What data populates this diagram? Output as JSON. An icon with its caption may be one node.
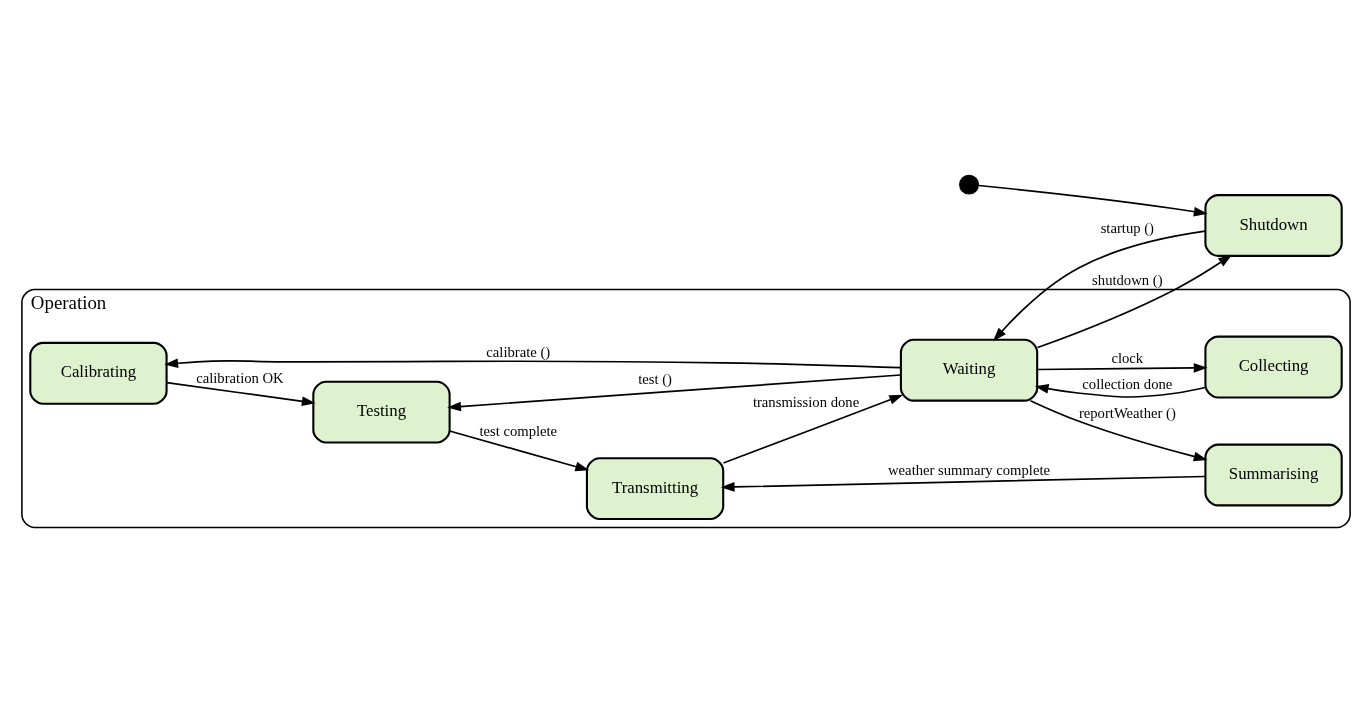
{
  "diagram": {
    "nodes": [
      {
        "text": [],
        "shape": "circle"
      },
      {
        "text": [
          "Shutdown"
        ]
      },
      {
        "text": [
          "Operation"
        ]
      },
      {
        "text": [
          "Calibrating"
        ],
        "in": 2
      },
      {
        "text": [
          "Waiting"
        ],
        "in": 2
      },
      {
        "text": [
          "Testing"
        ],
        "in": 2
      },
      {
        "text": [
          "Transmitting"
        ],
        "in": 2
      },
      {
        "text": [
          "Collecting"
        ],
        "in": 2
      },
      {
        "text": [
          "Summarising"
        ],
        "in": 2
      }
    ],
    "edges": [
      {
        "from": 0,
        "to": 1,
        "arrow": "to"
      },
      {
        "from": 1,
        "to": 4,
        "arrow": "to",
        "label": "startup ()"
      },
      {
        "from": 4,
        "to": 1,
        "arrow": "to",
        "label": "shutdown ()"
      },
      {
        "from": 4,
        "to": 3,
        "arrow": "to",
        "label": "calibrate ()"
      },
      {
        "from": 3,
        "to": 5,
        "arrow": "to",
        "label": "calibration OK"
      },
      {
        "from": 4,
        "to": 5,
        "arrow": "to",
        "label": "test ()"
      },
      {
        "from": 5,
        "to": 6,
        "arrow": "to",
        "label": "test complete"
      },
      {
        "from": 6,
        "to": 4,
        "arrow": "to",
        "label": "transmission done"
      },
      {
        "from": 4,
        "to": 7,
        "arrow": "to",
        "label": "clock"
      },
      {
        "from": 7,
        "to": 4,
        "arrow": "to",
        "label": "collection done"
      },
      {
        "from": 4,
        "to": 8,
        "arrow": "to",
        "label": "reportWeather ()"
      },
      {
        "from": 8,
        "to": 6,
        "arrow": "to",
        "label": "weather summary complete"
      }
    ]
  }
}
